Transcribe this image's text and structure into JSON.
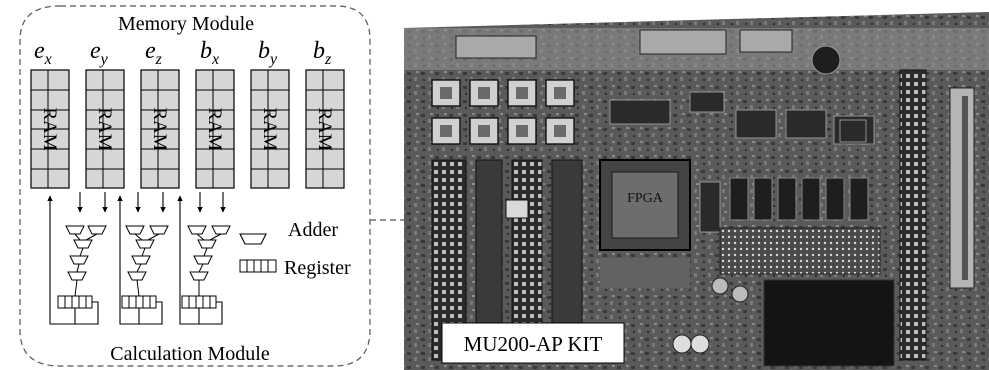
{
  "diagram": {
    "memory_module": {
      "title": "Memory Module",
      "ram_label": "RAM",
      "fields": [
        {
          "base": "e",
          "sub": "x"
        },
        {
          "base": "e",
          "sub": "y"
        },
        {
          "base": "e",
          "sub": "z"
        },
        {
          "base": "b",
          "sub": "x"
        },
        {
          "base": "b",
          "sub": "y"
        },
        {
          "base": "b",
          "sub": "z"
        }
      ]
    },
    "calculation_module": {
      "title": "Calculation Module"
    },
    "legend": {
      "adder": "Adder",
      "register": "Register"
    },
    "board": {
      "kit_label": "MU200-AP KIT",
      "fpga_label": "FPGA"
    }
  }
}
